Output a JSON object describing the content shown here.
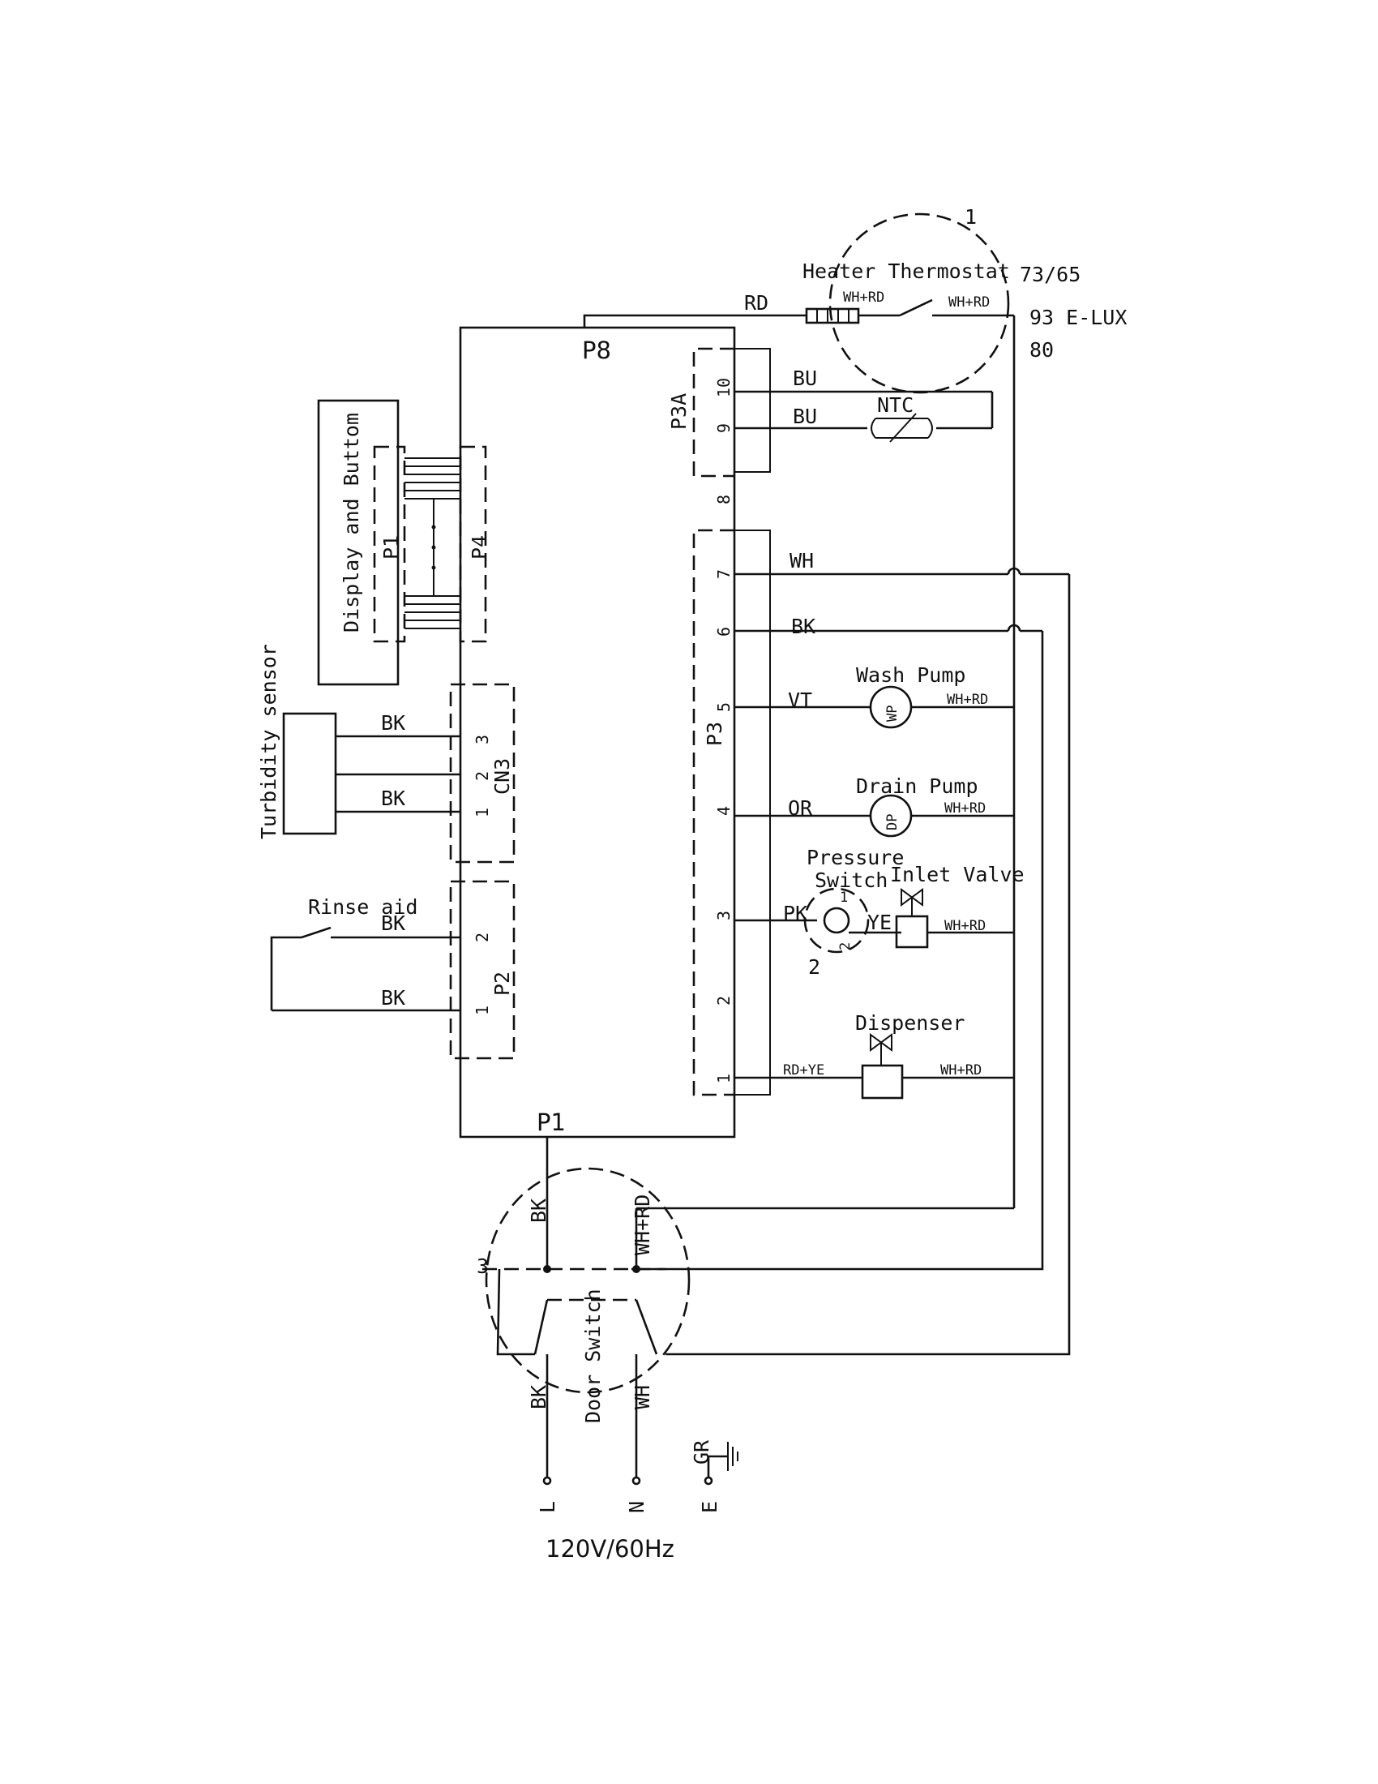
{
  "heater": {
    "marker": "1",
    "title": "Heater Thermostat",
    "wire_left": "WH+RD",
    "wire_right": "WH+RD",
    "temp_1": "73/65",
    "temp_2": "93 E-LUX",
    "temp_3": "80"
  },
  "board": {
    "p8": "P8",
    "p1": "P1",
    "rd_wire": "RD"
  },
  "p3a": {
    "label": "P3A",
    "pin_10": "10",
    "pin_9": "9",
    "pin_8": "8",
    "wire_10": "BU",
    "wire_9": "BU",
    "ntc": "NTC"
  },
  "display": {
    "label": "Display and Buttom",
    "p1": "P1",
    "p4": "P4"
  },
  "turbidity": {
    "label": "Turbidity sensor",
    "wire_top": "BK",
    "wire_bottom": "BK",
    "connector": "CN3",
    "pin_3": "3",
    "pin_2": "2",
    "pin_1": "1"
  },
  "rinse": {
    "label": "Rinse aid",
    "wire_top": "BK",
    "wire_bottom": "BK",
    "connector": "P2",
    "pin_2": "2",
    "pin_1": "1"
  },
  "p3": {
    "label": "P3",
    "pins": [
      "7",
      "6",
      "5",
      "4",
      "3",
      "2",
      "1"
    ],
    "wire_7": "WH",
    "wire_6": "BK",
    "wire_5": "VT",
    "wire_4": "OR",
    "wire_3": "PK",
    "wire_1": "RD+YE"
  },
  "loads": {
    "wash_pump": "Wash  Pump",
    "wash_pump_symbol": "WP",
    "wash_pump_wire": "WH+RD",
    "drain_pump": "Drain Pump",
    "drain_pump_symbol": "DP",
    "drain_pump_wire": "WH+RD",
    "pressure_switch_1": "Pressure",
    "pressure_switch_2": "Switch",
    "pressure_marker": "2",
    "pressure_contact_1": "1",
    "pressure_contact_2": "2",
    "inlet_valve": "Inlet Valve",
    "inlet_wire_in": "YE",
    "inlet_wire_out": "WH+RD",
    "dispenser": "Dispenser",
    "dispenser_wire": "WH+RD"
  },
  "door": {
    "label": "Door Switch",
    "marker": "3",
    "wire_l_top": "BK",
    "wire_n_top": "WH+RD",
    "wire_l_bottom": "BK",
    "wire_n_bottom": "WH"
  },
  "supply": {
    "l": "L",
    "n": "N",
    "e": "E",
    "gr": "GR",
    "rating": "120V/60Hz"
  }
}
